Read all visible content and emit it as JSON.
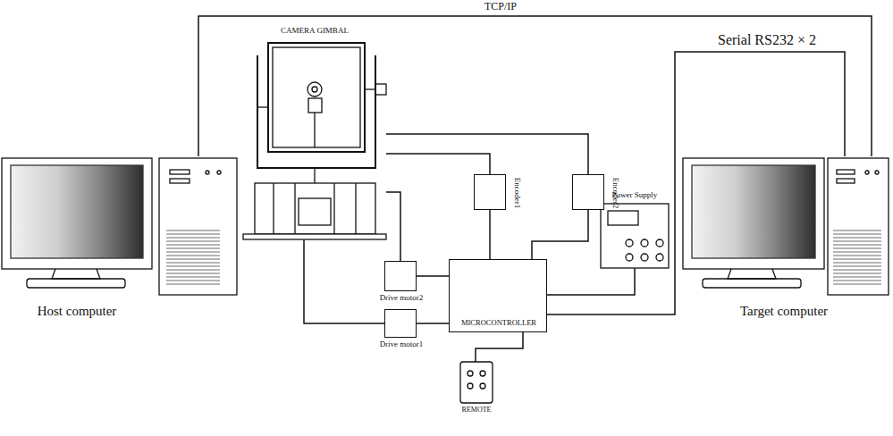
{
  "diagram": {
    "nodes": [
      {
        "text": [
          "Host computer"
        ]
      },
      {
        "text": [
          "CAMERA GIMBAL"
        ]
      },
      {
        "text": [
          "Encoder1"
        ]
      },
      {
        "text": [
          "Encoder2"
        ]
      },
      {
        "text": [
          "Power Supply"
        ]
      },
      {
        "text": [
          "Drive motor2"
        ]
      },
      {
        "text": [
          "Drive motor1"
        ]
      },
      {
        "text": [
          "MICROCONTROLLER"
        ]
      },
      {
        "text": [
          "REMOTE"
        ]
      },
      {
        "text": [
          "Target computer"
        ]
      }
    ],
    "edges": [
      {
        "from": 0,
        "to": 9,
        "label": "TCP/IP",
        "arrow": "none"
      },
      {
        "from": 1,
        "to": 3,
        "arrow": "none"
      },
      {
        "from": 1,
        "to": 2,
        "arrow": "none"
      },
      {
        "from": 1,
        "to": 5,
        "arrow": "none"
      },
      {
        "from": 1,
        "to": 6,
        "arrow": "none"
      },
      {
        "from": 2,
        "to": 7,
        "arrow": "none"
      },
      {
        "from": 3,
        "to": 7,
        "arrow": "none"
      },
      {
        "from": 5,
        "to": 7,
        "arrow": "none"
      },
      {
        "from": 6,
        "to": 7,
        "arrow": "none"
      },
      {
        "from": 4,
        "to": 7,
        "arrow": "none"
      },
      {
        "from": 7,
        "to": 9,
        "label": "Serial RS232 × 2",
        "arrow": "none"
      },
      {
        "from": 8,
        "to": 7,
        "arrow": "none"
      }
    ]
  }
}
